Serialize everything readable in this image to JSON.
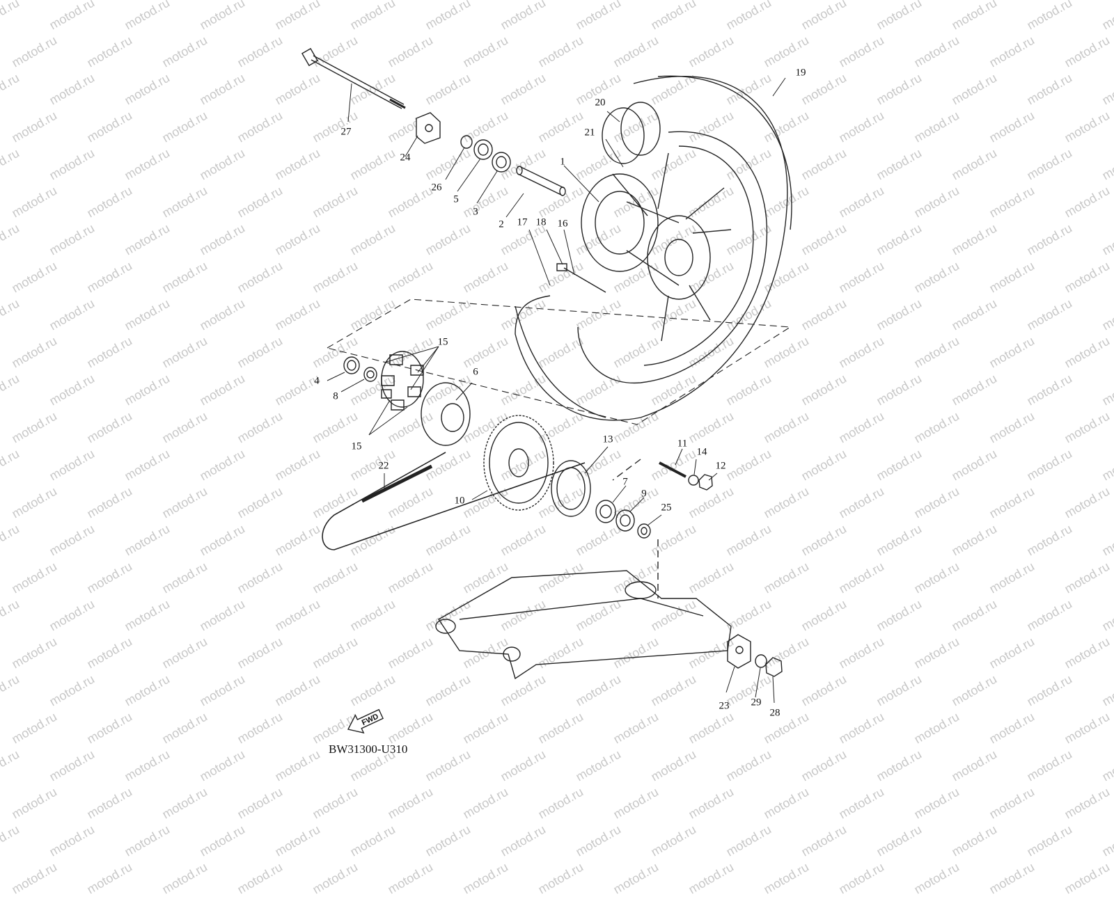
{
  "diagram": {
    "watermark_text": "motod.ru",
    "drawing_code": "BW31300-U310",
    "direction_label": "FWD",
    "callouts": [
      {
        "id": "1",
        "label": "1"
      },
      {
        "id": "2",
        "label": "2"
      },
      {
        "id": "3",
        "label": "3"
      },
      {
        "id": "4",
        "label": "4"
      },
      {
        "id": "5",
        "label": "5"
      },
      {
        "id": "6",
        "label": "6"
      },
      {
        "id": "7",
        "label": "7"
      },
      {
        "id": "8",
        "label": "8"
      },
      {
        "id": "9",
        "label": "9"
      },
      {
        "id": "10",
        "label": "10"
      },
      {
        "id": "11",
        "label": "11"
      },
      {
        "id": "12",
        "label": "12"
      },
      {
        "id": "13",
        "label": "13"
      },
      {
        "id": "14",
        "label": "14"
      },
      {
        "id": "15a",
        "label": "15"
      },
      {
        "id": "15b",
        "label": "15"
      },
      {
        "id": "16",
        "label": "16"
      },
      {
        "id": "17",
        "label": "17"
      },
      {
        "id": "18",
        "label": "18"
      },
      {
        "id": "19",
        "label": "19"
      },
      {
        "id": "20",
        "label": "20"
      },
      {
        "id": "21",
        "label": "21"
      },
      {
        "id": "22",
        "label": "22"
      },
      {
        "id": "23",
        "label": "23"
      },
      {
        "id": "24",
        "label": "24"
      },
      {
        "id": "25",
        "label": "25"
      },
      {
        "id": "26",
        "label": "26"
      },
      {
        "id": "27",
        "label": "27"
      },
      {
        "id": "28",
        "label": "28"
      },
      {
        "id": "29",
        "label": "29"
      }
    ]
  }
}
